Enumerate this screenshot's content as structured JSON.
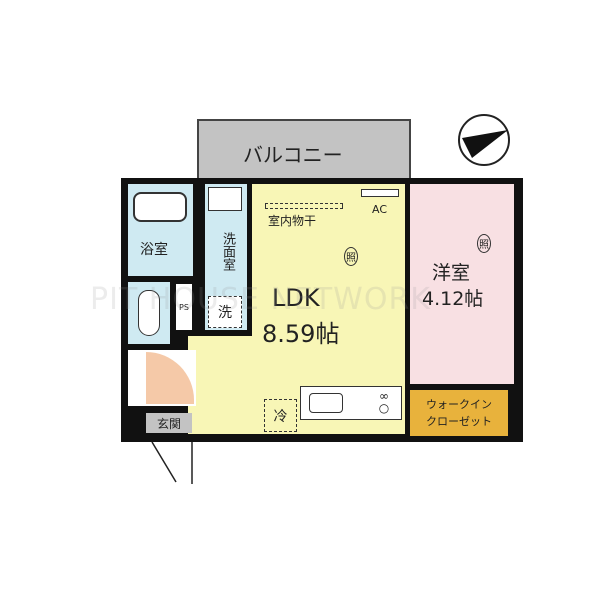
{
  "rooms": {
    "balcony": "バルコニー",
    "bath": "浴室",
    "washroom": "洗面室",
    "washer": "洗",
    "ps": "PS",
    "ldk_name": "LDK",
    "ldk_size": "8.59帖",
    "indoor_drying": "室内物干",
    "ac": "AC",
    "western_name": "洋室",
    "western_size": "4.12帖",
    "wic_line1": "ウォークイン",
    "wic_line2": "クローゼット",
    "entrance": "玄関",
    "fridge": "冷",
    "light": "照"
  },
  "watermark": "PIT HOUSE NETWORK",
  "colors": {
    "ldk": "#f8f6b6",
    "wet": "#cfeaf2",
    "western": "#f8e0e3",
    "wic": "#e8b23c",
    "entrance": "#f5c9a8",
    "balcony": "#c3c3c3"
  }
}
